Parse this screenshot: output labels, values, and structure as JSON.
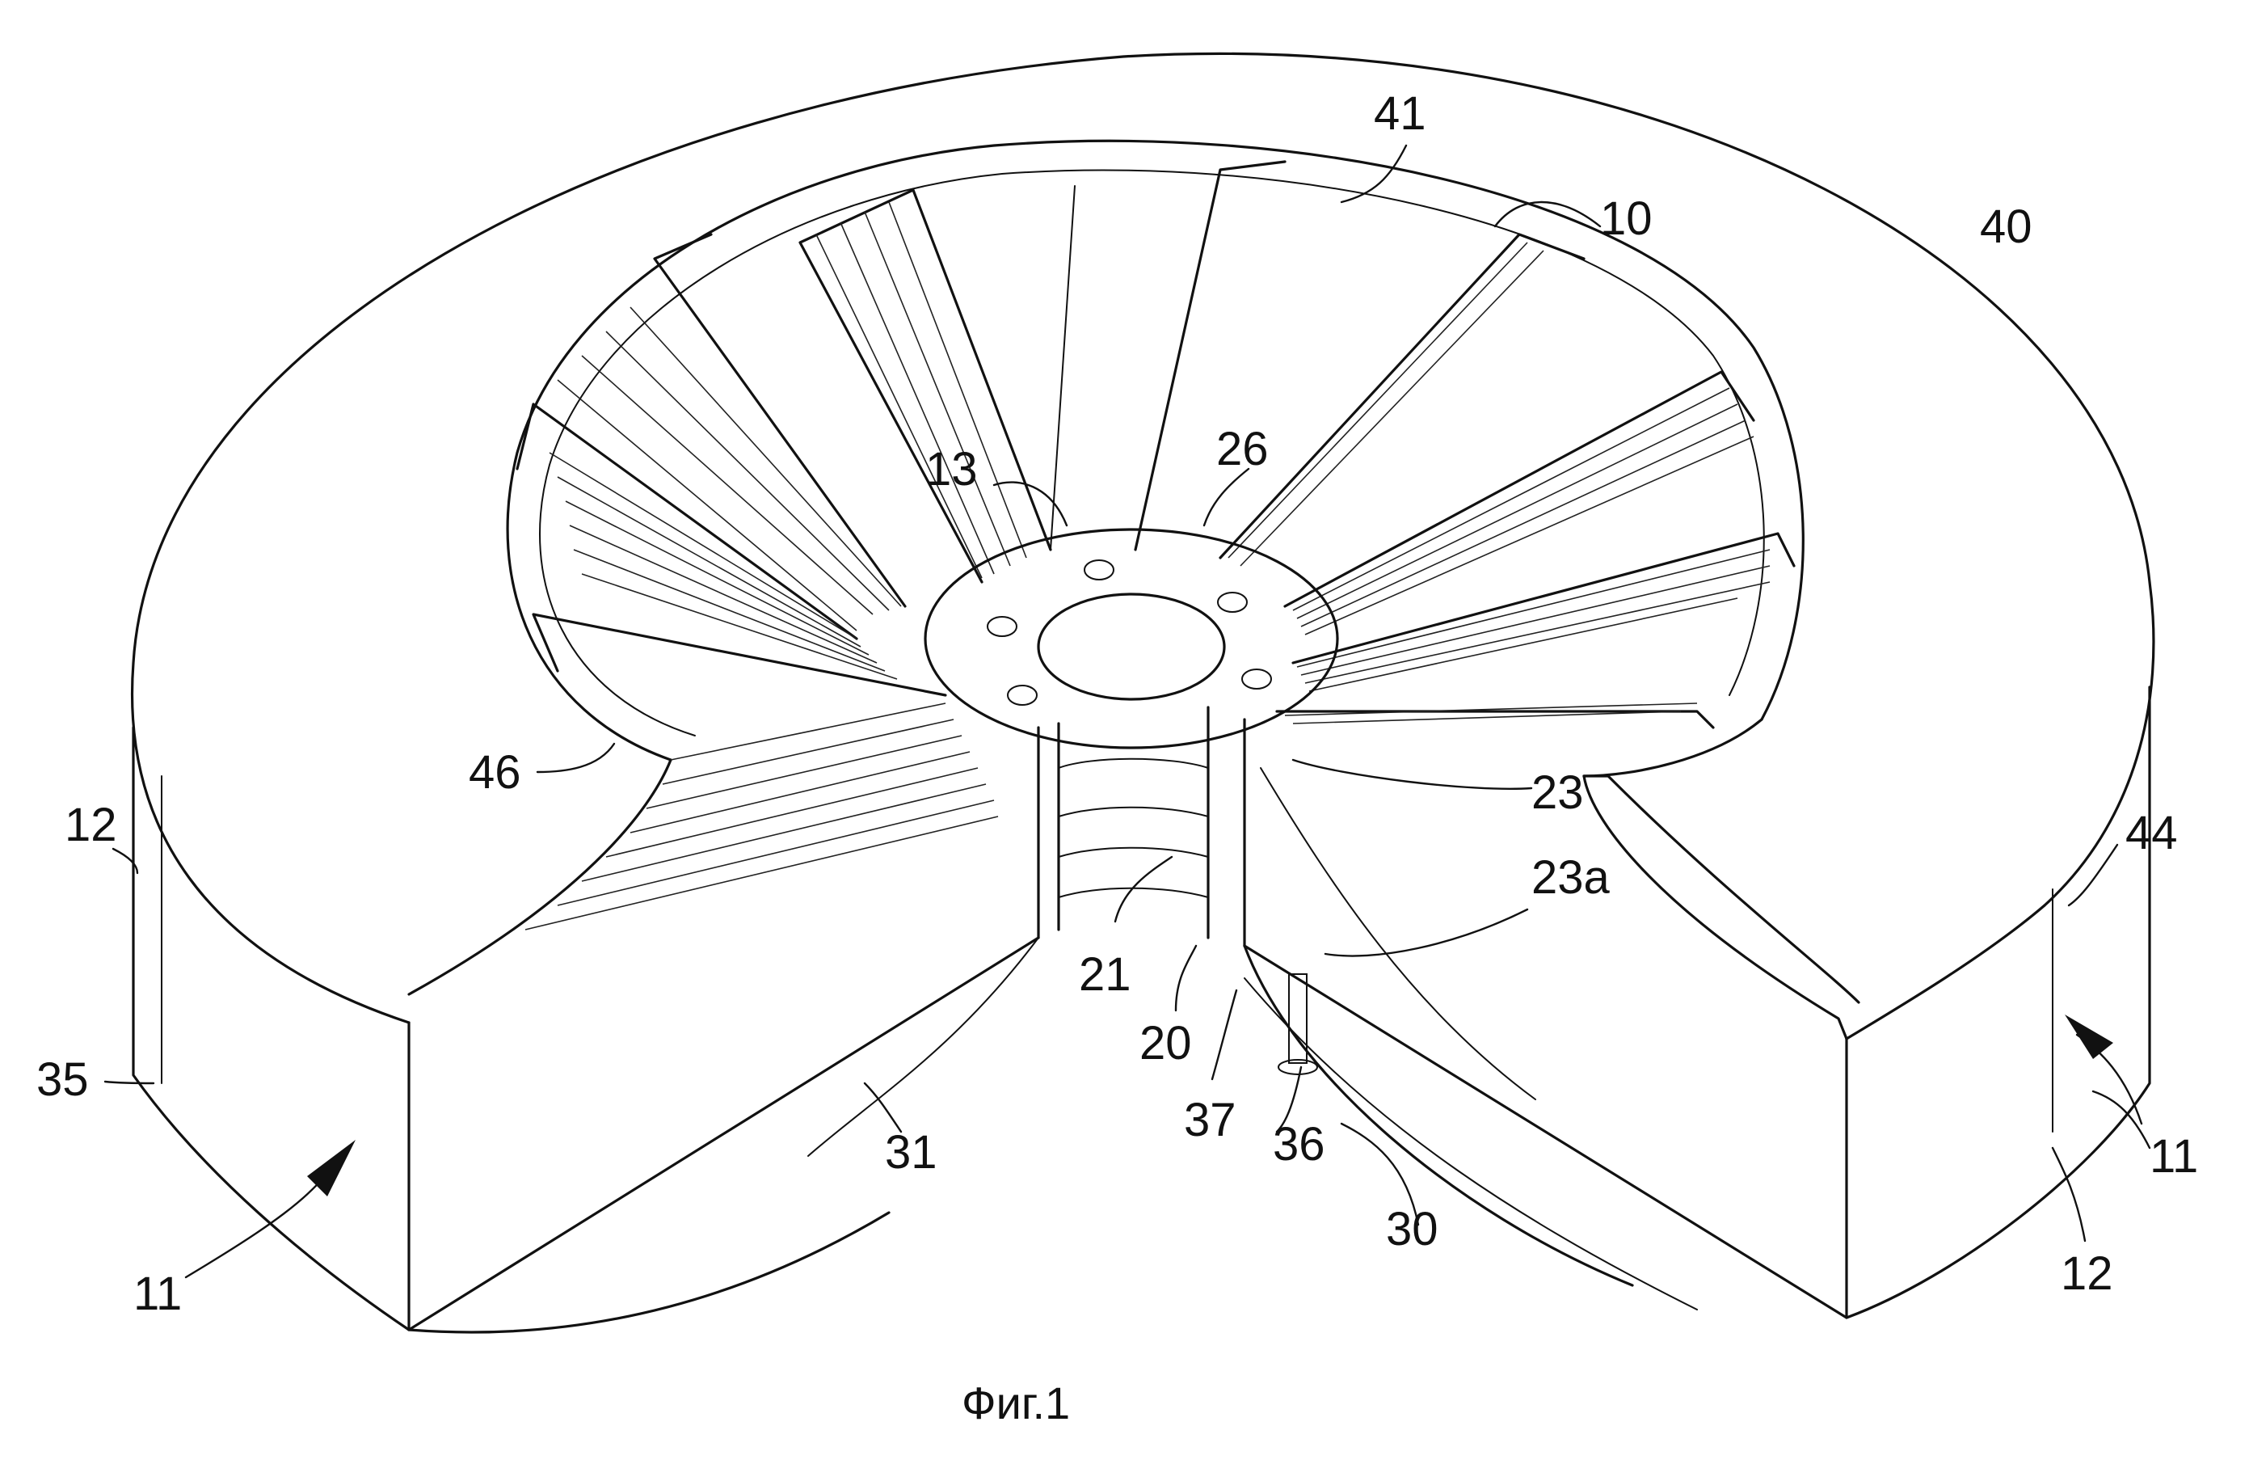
{
  "caption": "Фиг.1",
  "labels": {
    "l41": "41",
    "l10": "10",
    "l40": "40",
    "l13": "13",
    "l26": "26",
    "l46": "46",
    "l12_left": "12",
    "l23": "23",
    "l44": "44",
    "l23a": "23a",
    "l21": "21",
    "l20": "20",
    "l35": "35",
    "l31": "31",
    "l37": "37",
    "l36": "36",
    "l30": "30",
    "l11_right": "11",
    "l11_left": "11",
    "l12_right": "12"
  }
}
